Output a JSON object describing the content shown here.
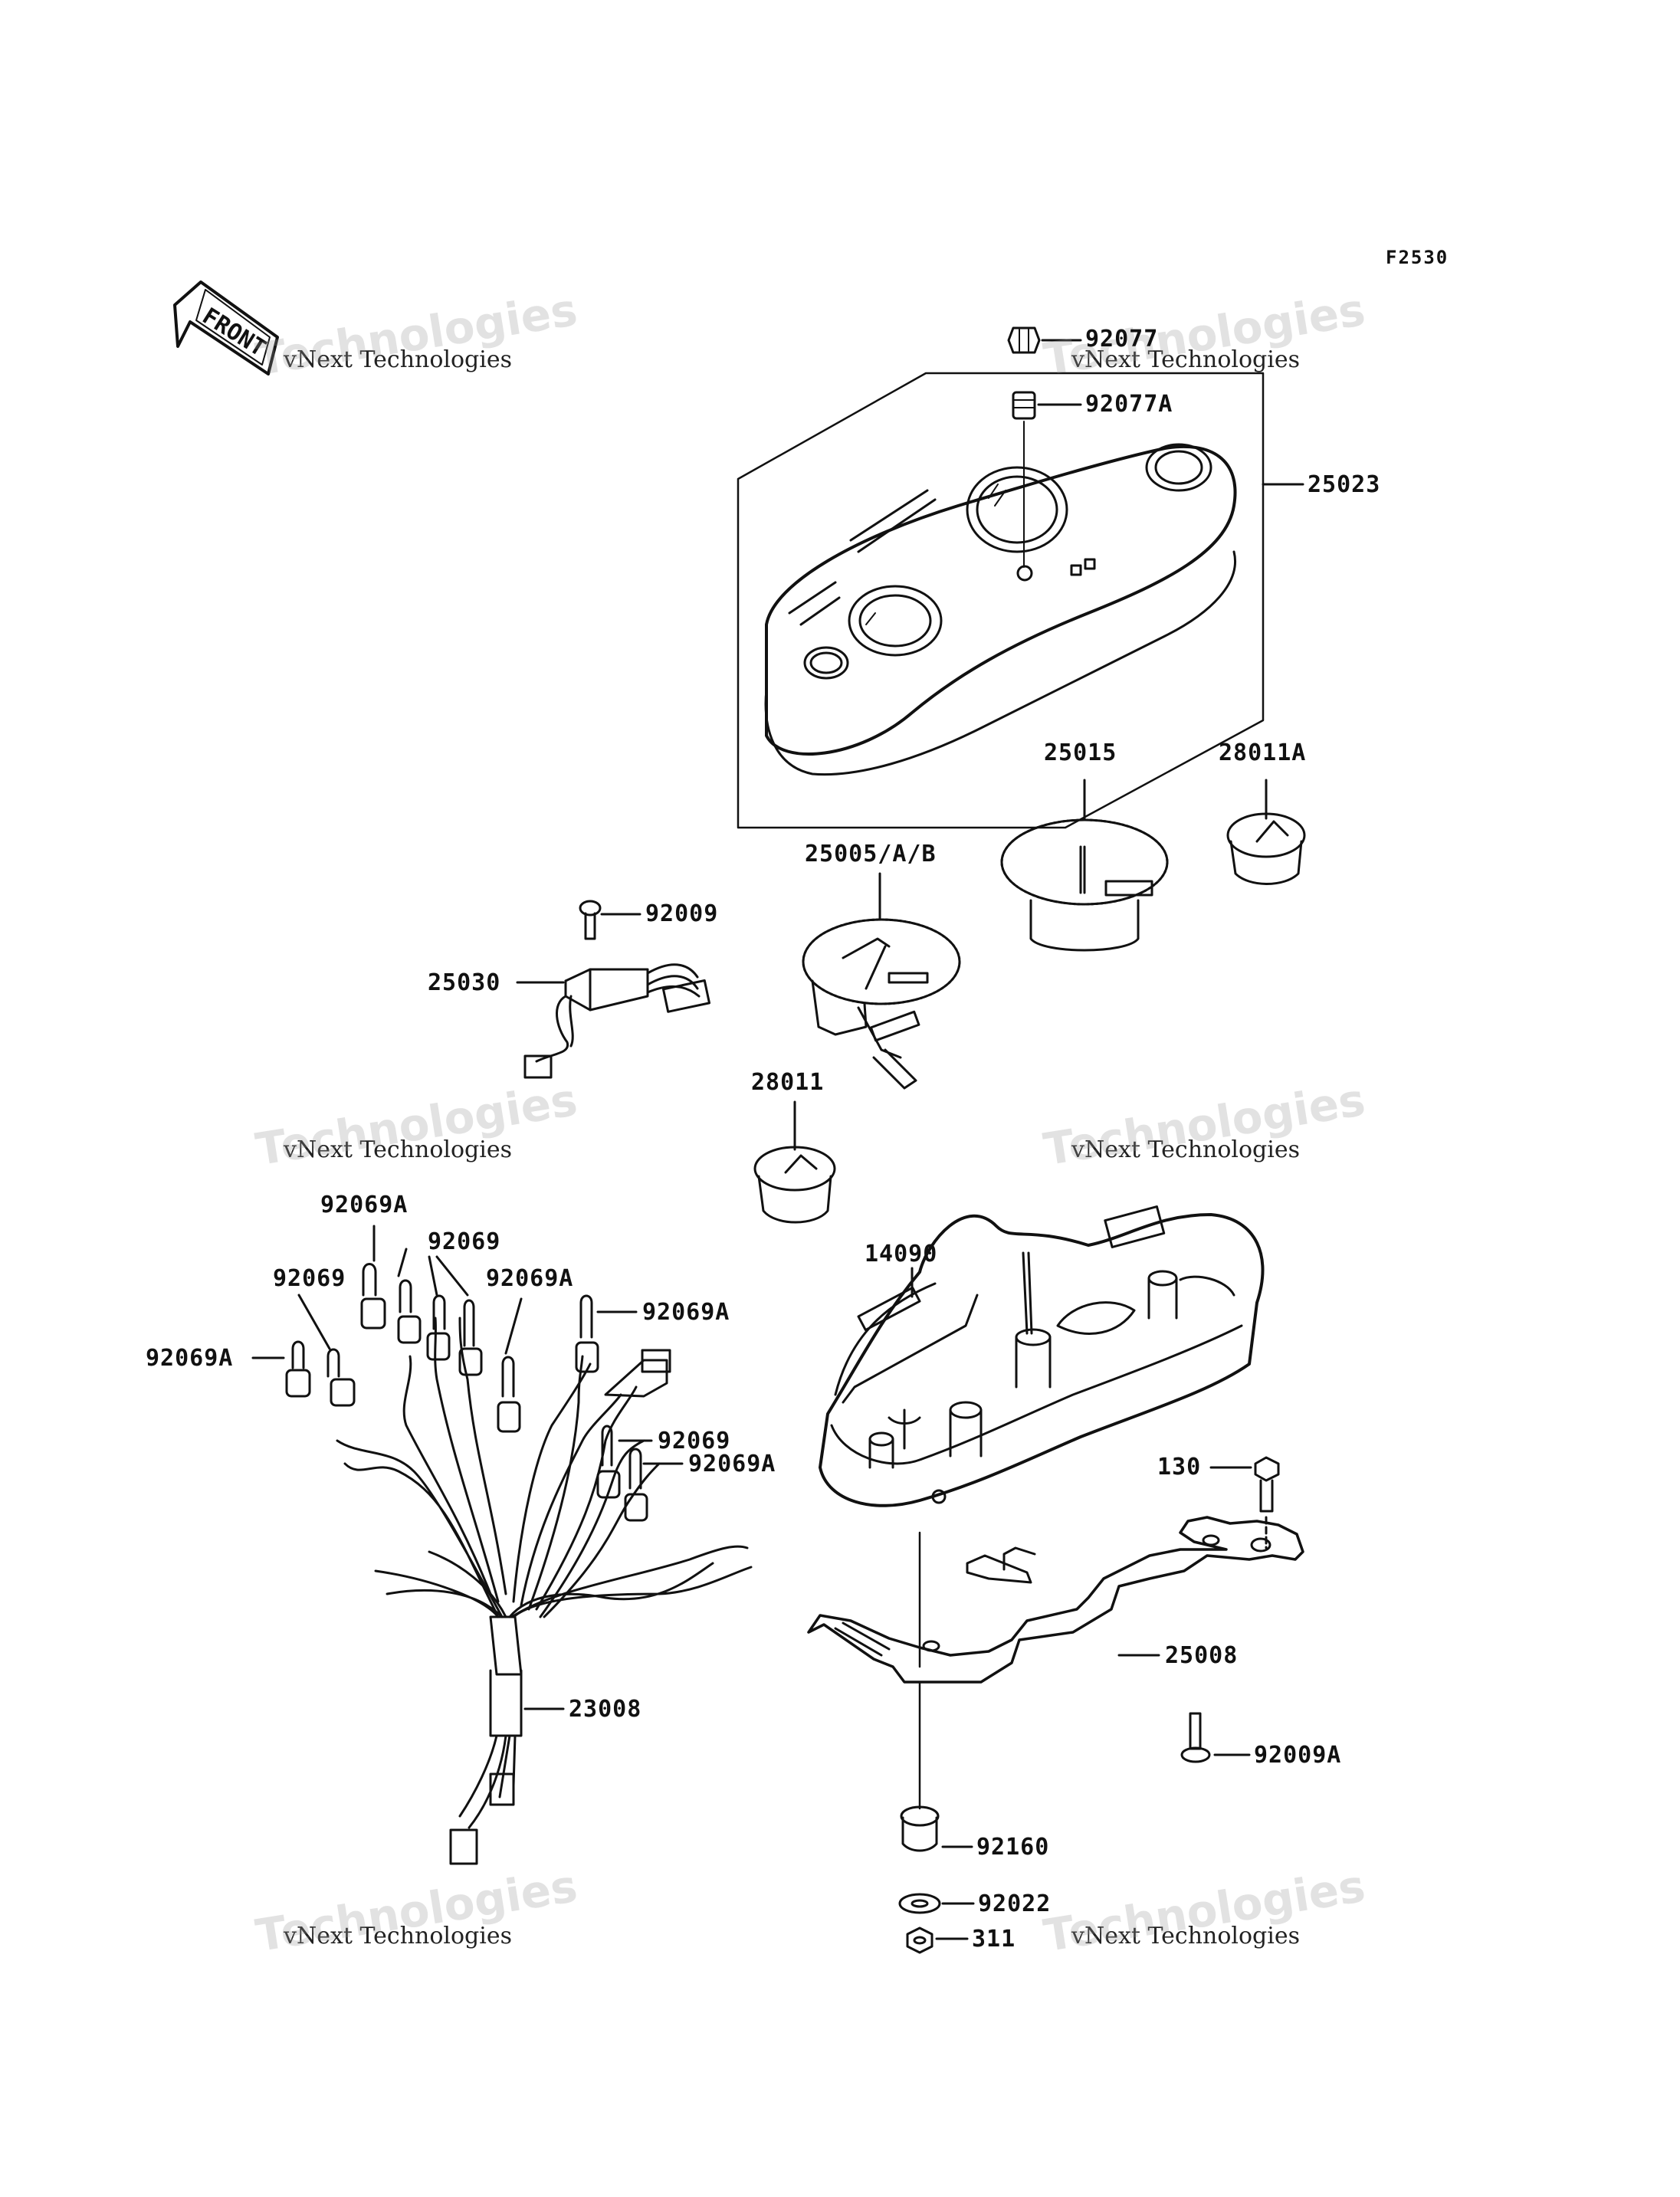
{
  "figure_code": "F2530",
  "front_arrow_label": "FRONT",
  "watermark": {
    "line1": "vNext Technologies",
    "line2": "Technologies",
    "line3": "vNext"
  },
  "parts": [
    {
      "id": "p92077",
      "label": "92077"
    },
    {
      "id": "p92077A",
      "label": "92077A"
    },
    {
      "id": "p25023",
      "label": "25023"
    },
    {
      "id": "p25015",
      "label": "25015"
    },
    {
      "id": "p28011A",
      "label": "28011A"
    },
    {
      "id": "p25005",
      "label": "25005/A/B"
    },
    {
      "id": "p92009",
      "label": "92009"
    },
    {
      "id": "p25030",
      "label": "25030"
    },
    {
      "id": "p28011",
      "label": "28011"
    },
    {
      "id": "p92069A_1",
      "label": "92069A"
    },
    {
      "id": "p92069_1",
      "label": "92069"
    },
    {
      "id": "p92069_2",
      "label": "92069"
    },
    {
      "id": "p92069A_2",
      "label": "92069A"
    },
    {
      "id": "p92069A_3",
      "label": "92069A"
    },
    {
      "id": "p92069A_4",
      "label": "92069A"
    },
    {
      "id": "p92069_3",
      "label": "92069"
    },
    {
      "id": "p92069A_5",
      "label": "92069A"
    },
    {
      "id": "p14090",
      "label": "14090"
    },
    {
      "id": "p130",
      "label": "130"
    },
    {
      "id": "p25008",
      "label": "25008"
    },
    {
      "id": "p23008",
      "label": "23008"
    },
    {
      "id": "p92009A",
      "label": "92009A"
    },
    {
      "id": "p92160",
      "label": "92160"
    },
    {
      "id": "p92022",
      "label": "92022"
    },
    {
      "id": "p311",
      "label": "311"
    }
  ]
}
